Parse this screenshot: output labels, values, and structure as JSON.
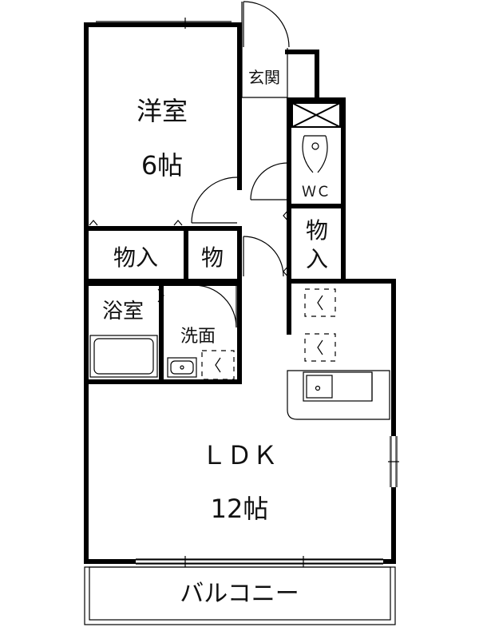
{
  "rooms": {
    "western_room": {
      "name": "洋室",
      "size": "6帖"
    },
    "entrance": "玄関",
    "wc": "ＷＣ",
    "storage_left": "物入",
    "storage_small": "物",
    "storage_right_top": "物",
    "storage_right_bottom": "入",
    "bathroom": "浴室",
    "washroom": "洗面",
    "ldk": {
      "name": "ＬＤＫ",
      "size": "12帖"
    },
    "balcony": "バルコニー"
  }
}
